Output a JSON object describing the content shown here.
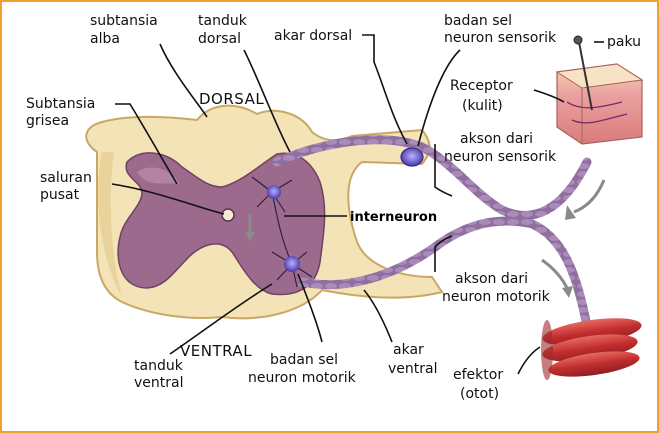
{
  "labels": {
    "subtansia_alba": [
      "subtansia",
      "alba"
    ],
    "tanduk_dorsal": [
      "tanduk",
      "dorsal"
    ],
    "akar_dorsal": "akar dorsal",
    "badan_sel_sensorik": [
      "badan sel",
      "neuron sensorik"
    ],
    "paku": "paku",
    "subtansia_grisea": [
      "Subtansia",
      "grisea"
    ],
    "dorsal": "DORSAL",
    "receptor": [
      "Receptor",
      "(kulit)"
    ],
    "akson_sensorik": [
      "akson dari",
      "neuron sensorik"
    ],
    "saluran_pusat": [
      "saluran",
      "pusat"
    ],
    "interneuron": "interneuron",
    "akson_motorik": [
      "akson dari",
      "neuron motorik"
    ],
    "ventral": "VENTRAL",
    "tanduk_ventral": [
      "tanduk",
      "ventral"
    ],
    "badan_sel_motorik": [
      "badan sel",
      "neuron motorik"
    ],
    "akar_ventral": [
      "akar",
      "ventral"
    ],
    "efektor": [
      "efektor",
      "(otot)"
    ]
  },
  "colors": {
    "white_matter": "#f3e3b6",
    "white_matter_edge": "#c9a866",
    "gray_matter": "#9c6a8c",
    "gray_matter_dark": "#7a4a6c",
    "nerve": "#8a6a9a",
    "neuron": "#5a4ab0",
    "skin": "#e8a0a0",
    "muscle": "#c8383a",
    "frame": "#f0a030"
  }
}
